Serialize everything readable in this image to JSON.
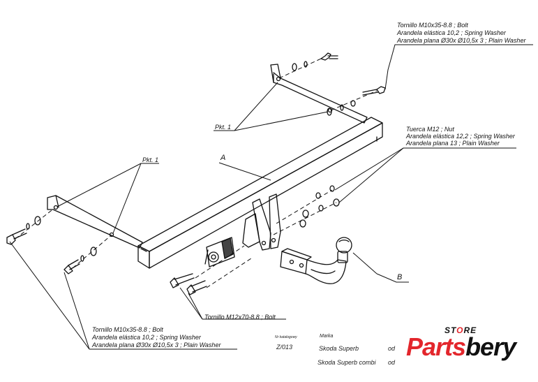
{
  "callouts": {
    "top_right_bolt": {
      "line1": "Tornillo M10x35-8.8 ;  Bolt",
      "line2": "Arandela elástica 10,2 ; Spring Washer",
      "line3": "Arandela plana  Ø30x Ø10,5x 3 ; Plain Washer"
    },
    "nut": {
      "line1": "Tuerca  M12 ; Nut",
      "line2": "Arandela elástica 12,2 ; Spring Washer",
      "line3": "Arandela plana 13 ; Plain Washer"
    },
    "bottom_left_bolt": {
      "line1": "Tornillo M10x35-8.8 ;  Bolt",
      "line2": "Arandela elástica 10,2 ; Spring Washer",
      "line3": "Arandela plana  Ø30x Ø10,5x 3 ; Plain Washer"
    },
    "m12_bolt": "Tornillo M12x70-8.8 ;  Bolt",
    "pkt_top": "Pkt. 1",
    "pkt_left": "Pkt. 1",
    "label_a": "A",
    "label_b": "B"
  },
  "table": {
    "catalog_header": "Nr katalogowy",
    "catalog_value": "Z/013",
    "brand_header": "Marka",
    "rows": [
      {
        "model": "Skoda Superb",
        "suffix": "od"
      },
      {
        "model": "Skoda Superb combi",
        "suffix": "od"
      }
    ]
  },
  "logo": {
    "store_s": "ST",
    "store_o": "O",
    "store_re": "RE",
    "part1": "Parts",
    "part2": "bery"
  }
}
